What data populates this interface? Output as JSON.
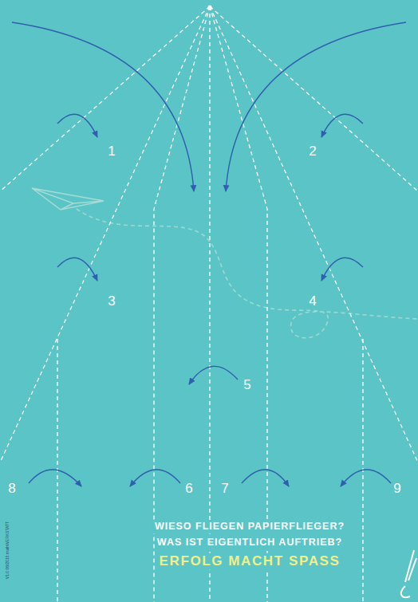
{
  "diagram": {
    "labels": [
      "1",
      "2",
      "3",
      "4",
      "5",
      "6",
      "7",
      "8",
      "9",
      "WIESO FLIEGEN PAPIERFLIEGER?",
      "WAS IST EIGENTLICH AUFTRIEB?",
      "ERFOLG MACHT SPASS",
      "V1.0 06/2015 mathWERKSTATT"
    ]
  }
}
